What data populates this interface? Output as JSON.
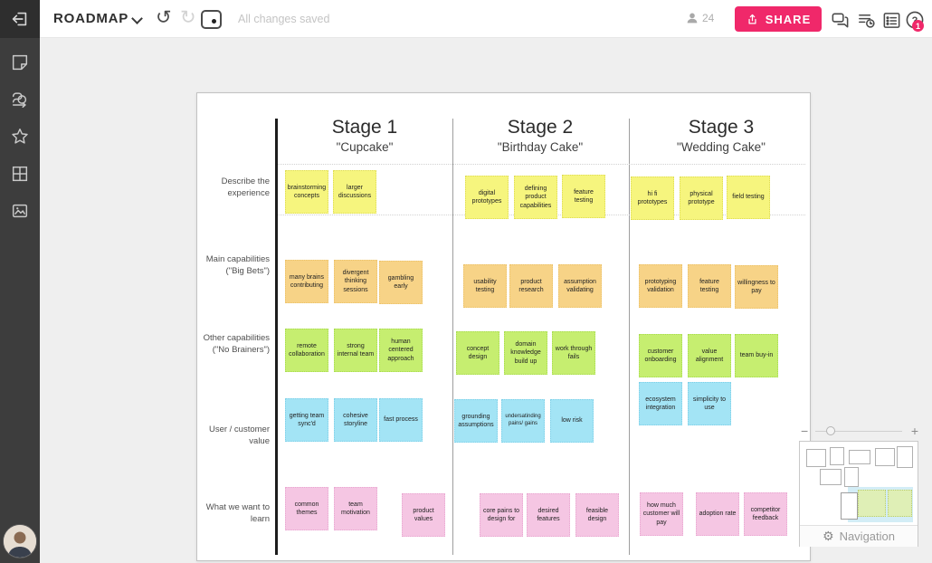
{
  "topbar": {
    "title": "ROADMAP",
    "status_text": "All changes saved",
    "collaborators_count": "24",
    "share_label": "SHARE",
    "help_badge_count": "1"
  },
  "colors": {
    "share_pink": "#F0286A",
    "badge_pink": "#F0286A",
    "sidebar_dark": "#3d3d3d"
  },
  "note_colors": {
    "yellow": "#F6F57E",
    "orange": "#F7D387",
    "green": "#C6EE70",
    "blue": "#A3E4F5",
    "pink": "#F5C6E3"
  },
  "sidebar": {
    "tools": [
      "sticky-note",
      "shapes-connector",
      "star",
      "grid",
      "image"
    ]
  },
  "board": {
    "stages": [
      {
        "title": "Stage 1",
        "subtitle": "\"Cupcake\""
      },
      {
        "title": "Stage 2",
        "subtitle": "\"Birthday Cake\""
      },
      {
        "title": "Stage 3",
        "subtitle": "\"Wedding Cake\""
      }
    ],
    "row_labels": [
      "Describe the experience",
      "Main capabilities (\"Big Bets\")",
      "Other capabilities (\"No Brainers\")",
      "User / customer value",
      "What we want to learn"
    ],
    "notes": [
      {
        "text": "brainstorming concepts",
        "color": "yellow"
      },
      {
        "text": "larger discussions",
        "color": "yellow"
      },
      {
        "text": "digital prototypes",
        "color": "yellow"
      },
      {
        "text": "defining product capabilities",
        "color": "yellow"
      },
      {
        "text": "feature testing",
        "color": "yellow"
      },
      {
        "text": "hi fi prototypes",
        "color": "yellow"
      },
      {
        "text": "physical prototype",
        "color": "yellow"
      },
      {
        "text": "field testing",
        "color": "yellow"
      },
      {
        "text": "many brains contributing",
        "color": "orange"
      },
      {
        "text": "divergent thinking sessions",
        "color": "orange"
      },
      {
        "text": "gambling early",
        "color": "orange"
      },
      {
        "text": "usability testing",
        "color": "orange"
      },
      {
        "text": "product research",
        "color": "orange"
      },
      {
        "text": "assumption validating",
        "color": "orange"
      },
      {
        "text": "prototyping validation",
        "color": "orange"
      },
      {
        "text": "feature testing",
        "color": "orange"
      },
      {
        "text": "willingness to pay",
        "color": "orange"
      },
      {
        "text": "remote collaboration",
        "color": "green"
      },
      {
        "text": "strong internal team",
        "color": "green"
      },
      {
        "text": "human centered approach",
        "color": "green"
      },
      {
        "text": "concept design",
        "color": "green"
      },
      {
        "text": "domain knowledge build up",
        "color": "green"
      },
      {
        "text": "work through fails",
        "color": "green"
      },
      {
        "text": "customer onboarding",
        "color": "green"
      },
      {
        "text": "value alignment",
        "color": "green"
      },
      {
        "text": "team buy-in",
        "color": "green"
      },
      {
        "text": "getting team sync'd",
        "color": "blue"
      },
      {
        "text": "cohesive storyline",
        "color": "blue"
      },
      {
        "text": "fast process",
        "color": "blue"
      },
      {
        "text": "grounding assumptions",
        "color": "blue"
      },
      {
        "text": "undersatinding pains/ gains",
        "color": "blue"
      },
      {
        "text": "low risk",
        "color": "blue"
      },
      {
        "text": "ecosystem integration",
        "color": "blue"
      },
      {
        "text": "simplicity to use",
        "color": "blue"
      },
      {
        "text": "common themes",
        "color": "pink"
      },
      {
        "text": "team motivation",
        "color": "pink"
      },
      {
        "text": "product values",
        "color": "pink"
      },
      {
        "text": "core pains to design for",
        "color": "pink"
      },
      {
        "text": "desired features",
        "color": "pink"
      },
      {
        "text": "feasible design",
        "color": "pink"
      },
      {
        "text": "how much customer will pay",
        "color": "pink"
      },
      {
        "text": "adoption rate",
        "color": "pink"
      },
      {
        "text": "competitor feedback",
        "color": "pink"
      }
    ]
  },
  "minimap": {
    "navigation_label": "Navigation",
    "zoom_out_label": "−",
    "zoom_in_label": "+"
  }
}
